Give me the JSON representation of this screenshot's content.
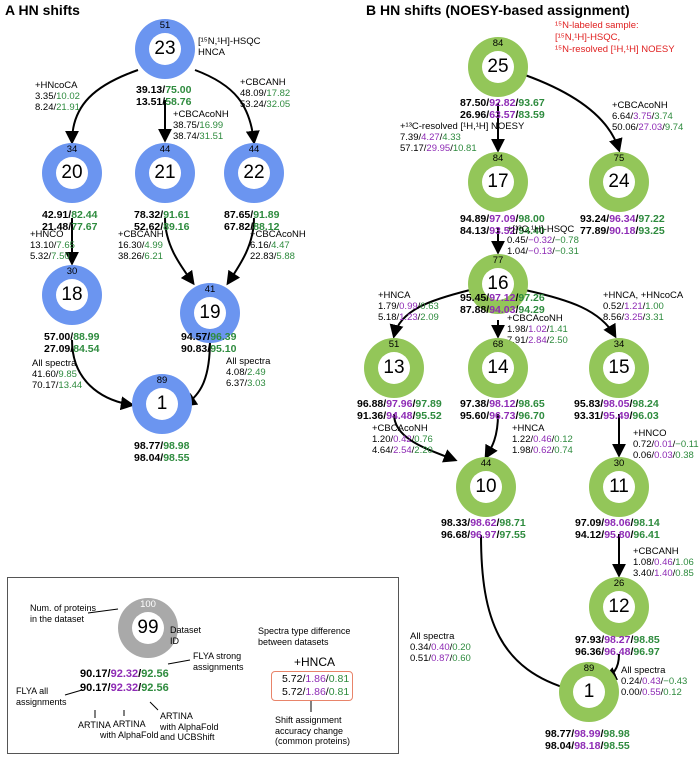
{
  "panels": {
    "A": {
      "title": "A HN shifts"
    },
    "B": {
      "title": "B HN shifts (NOESY-based assignment)"
    }
  },
  "colors": {
    "blue": "#6b95f0",
    "green_ring": "#93c659",
    "green_text": "#2e8b3e",
    "purple_text": "#8e2bb5",
    "red_text": "#e02020"
  },
  "A": {
    "note": [
      "[¹⁵N,¹H]-HSQC",
      "HNCA"
    ],
    "n23": {
      "id": "23",
      "count": "51",
      "v1": "39.13",
      "v2": "75.00",
      "v3": "13.51",
      "v4": "58.76"
    },
    "n20": {
      "id": "20",
      "count": "34",
      "v1": "42.91",
      "v2": "82.44",
      "v3": "21.48",
      "v4": "77.67"
    },
    "n21": {
      "id": "21",
      "count": "44",
      "v1": "78.32",
      "v2": "91.61",
      "v3": "52.62",
      "v4": "89.16"
    },
    "n22": {
      "id": "22",
      "count": "44",
      "v1": "87.65",
      "v2": "91.89",
      "v3": "67.82",
      "v4": "88.12"
    },
    "n18": {
      "id": "18",
      "count": "30",
      "v1": "57.00",
      "v2": "88.99",
      "v3": "27.09",
      "v4": "84.54"
    },
    "n19": {
      "id": "19",
      "count": "41",
      "v1": "94.57",
      "v2": "96.39",
      "v3": "90.83",
      "v4": "95.10"
    },
    "n1": {
      "id": "1",
      "count": "89",
      "v1": "98.77",
      "v2": "98.98",
      "v3": "98.04",
      "v4": "98.55"
    },
    "e23_20": {
      "label": "+HNcoCA",
      "a1": "3.35",
      "a2": "10.02",
      "b1": "8.24",
      "b2": "21.91"
    },
    "e23_21": {
      "label": "+CBCAcoNH",
      "a1": "38.75",
      "a2": "16.99",
      "b1": "38.74",
      "b2": "31.51"
    },
    "e23_22": {
      "label": "+CBCANH",
      "a1": "48.09",
      "a2": "17.82",
      "b1": "53.24",
      "b2": "32.05"
    },
    "e20_18": {
      "label": "+HNCO",
      "a1": "13.10",
      "a2": "7.65",
      "b1": "5.32",
      "b2": "7.50"
    },
    "e21_19": {
      "label": "+CBCANH",
      "a1": "16.30",
      "a2": "4.99",
      "b1": "38.26",
      "b2": "6.21"
    },
    "e22_19": {
      "label": "+CBCAcoNH",
      "a1": "6.16",
      "a2": "4.47",
      "b1": "22.83",
      "b2": "5.88"
    },
    "e18_1": {
      "label": "All spectra",
      "a1": "41.60",
      "a2": "9.85",
      "b1": "70.17",
      "b2": "13.44"
    },
    "e19_1": {
      "label": "All spectra",
      "a1": "4.08",
      "a2": "2.49",
      "b1": "6.37",
      "b2": "3.03"
    }
  },
  "legend": {
    "node": {
      "id": "99",
      "count": "100"
    },
    "num_proteins": [
      "Num. of proteins",
      "in the dataset"
    ],
    "dataset_id": [
      "Dataset",
      "ID"
    ],
    "v1": "90.17",
    "v2": "92.32",
    "v3": "92.56",
    "flya_strong": [
      "FLYA strong",
      "assignments"
    ],
    "flya_all": [
      "FLYA all",
      "assignments"
    ],
    "artina": "ARTINA",
    "artina_af": [
      "ARTINA",
      "with AlphaFold"
    ],
    "artina_af_ucb": [
      "ARTINA",
      "with AlphaFold",
      "and UCBShift"
    ],
    "spectra_diff": [
      "Spectra type difference",
      "between datasets"
    ],
    "spectra_example": "+HNCA",
    "d1": "5.72",
    "d2": "1.86",
    "d3": "0.81",
    "shift_change": [
      "Shift assignment",
      "accuracy change",
      "(common proteins)"
    ]
  },
  "B": {
    "note": [
      "¹⁵N-labeled sample:",
      "[¹⁵N,¹H]-HSQC,",
      "¹⁵N-resolved [¹H,¹H] NOESY"
    ],
    "n25": {
      "id": "25",
      "count": "84",
      "v1": "87.50",
      "v2": "92.82",
      "v3": "93.67",
      "w1": "26.96",
      "w2": "63.57",
      "w3": "83.59"
    },
    "n17": {
      "id": "17",
      "count": "84",
      "v1": "94.89",
      "v2": "97.09",
      "v3": "98.00",
      "w1": "84.13",
      "w2": "93.52",
      "w3": "94.40"
    },
    "n24": {
      "id": "24",
      "count": "75",
      "v1": "93.24",
      "v2": "96.34",
      "v3": "97.22",
      "w1": "77.89",
      "w2": "90.18",
      "w3": "93.25"
    },
    "n16": {
      "id": "16",
      "count": "77",
      "v1": "95.45",
      "v2": "97.12",
      "v3": "97.26",
      "w1": "87.88",
      "w2": "94.03",
      "w3": "94.29"
    },
    "n13": {
      "id": "13",
      "count": "51",
      "v1": "96.88",
      "v2": "97.96",
      "v3": "97.89",
      "w1": "91.36",
      "w2": "94.48",
      "w3": "95.52"
    },
    "n14": {
      "id": "14",
      "count": "68",
      "v1": "97.38",
      "v2": "98.12",
      "v3": "98.65",
      "w1": "95.60",
      "w2": "96.73",
      "w3": "96.70"
    },
    "n15": {
      "id": "15",
      "count": "34",
      "v1": "95.83",
      "v2": "98.05",
      "v3": "98.24",
      "w1": "93.31",
      "w2": "95.49",
      "w3": "96.03"
    },
    "n10": {
      "id": "10",
      "count": "44",
      "v1": "98.33",
      "v2": "98.62",
      "v3": "98.71",
      "w1": "96.68",
      "w2": "96.97",
      "w3": "97.55"
    },
    "n11": {
      "id": "11",
      "count": "30",
      "v1": "97.09",
      "v2": "98.06",
      "v3": "98.14",
      "w1": "94.12",
      "w2": "95.80",
      "w3": "96.41"
    },
    "n12": {
      "id": "12",
      "count": "26",
      "v1": "97.93",
      "v2": "98.27",
      "v3": "98.85",
      "w1": "96.36",
      "w2": "96.48",
      "w3": "96.97"
    },
    "n1": {
      "id": "1",
      "count": "89",
      "v1": "98.77",
      "v2": "98.99",
      "v3": "98.98",
      "w1": "98.04",
      "w2": "98.18",
      "w3": "98.55"
    },
    "e25_17": {
      "label": "+¹³C-resolved [¹H,¹H] NOESY",
      "a1": "7.39",
      "a2": "4.27",
      "a3": "4.33",
      "b1": "57.17",
      "b2": "29.95",
      "b3": "10.81"
    },
    "e25_24": {
      "label": "+CBCAcoNH",
      "a1": "6.64",
      "a2": "3.75",
      "a3": "3.74",
      "b1": "50.06",
      "b2": "27.03",
      "b3": "9.74"
    },
    "e17_16": {
      "label": "+[¹³C,¹H]-HSQC",
      "a1": "0.45",
      "a2": "−0.32",
      "a3": "−0.78",
      "b1": "1.04",
      "b2": "−0.13",
      "b3": "−0.31"
    },
    "e16_13": {
      "label": "+HNCA",
      "a1": "1.79",
      "a2": "0.99",
      "a3": "0.63",
      "b1": "5.18",
      "b2": "1.23",
      "b3": "2.09"
    },
    "e16_14": {
      "label": "+CBCAcoNH",
      "a1": "1.98",
      "a2": "1.02",
      "a3": "1.41",
      "b1": "7.91",
      "b2": "2.84",
      "b3": "2.50"
    },
    "e16_15": {
      "label": "+HNCA, +HNcoCA",
      "a1": "0.52",
      "a2": "1.21",
      "a3": "1.00",
      "b1": "8.56",
      "b2": "3.25",
      "b3": "3.31"
    },
    "e13_10": {
      "label": "+CBCAcoNH",
      "a1": "1.20",
      "a2": "0.42",
      "a3": "0.76",
      "b1": "4.64",
      "b2": "2.54",
      "b3": "2.20"
    },
    "e14_10": {
      "label": "+HNCA",
      "a1": "1.22",
      "a2": "0.46",
      "a3": "0.12",
      "b1": "1.98",
      "b2": "0.62",
      "b3": "0.74"
    },
    "e15_11": {
      "label": "+HNCO",
      "a1": "0.72",
      "a2": "0.01",
      "a3": "−0.11",
      "b1": "0.06",
      "b2": "0.03",
      "b3": "0.38"
    },
    "e11_12": {
      "label": "+CBCANH",
      "a1": "1.08",
      "a2": "0.46",
      "a3": "1.06",
      "b1": "3.40",
      "b2": "1.40",
      "b3": "0.85"
    },
    "e10_1": {
      "label": "All spectra",
      "a1": "0.34",
      "a2": "0.40",
      "a3": "0.20",
      "b1": "0.51",
      "b2": "0.87",
      "b3": "0.60"
    },
    "e12_1": {
      "label": "All spectra",
      "a1": "0.24",
      "a2": "0.43",
      "a3": "−0.43",
      "b1": "0.00",
      "b2": "0.55",
      "b3": "0.12"
    }
  }
}
